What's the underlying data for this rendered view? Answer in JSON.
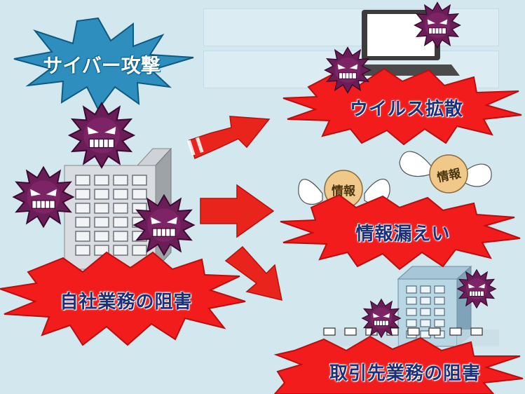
{
  "diagram": {
    "cyber_attack_label": "サイバー攻撃",
    "consequences": {
      "own_business": "自社業務の阻害",
      "virus_spread": "ウイルス拡散",
      "info_leak": "情報漏えい",
      "partner_business": "取引先業務の阻害"
    },
    "coin_label_1": "情報",
    "coin_label_2": "情報"
  }
}
